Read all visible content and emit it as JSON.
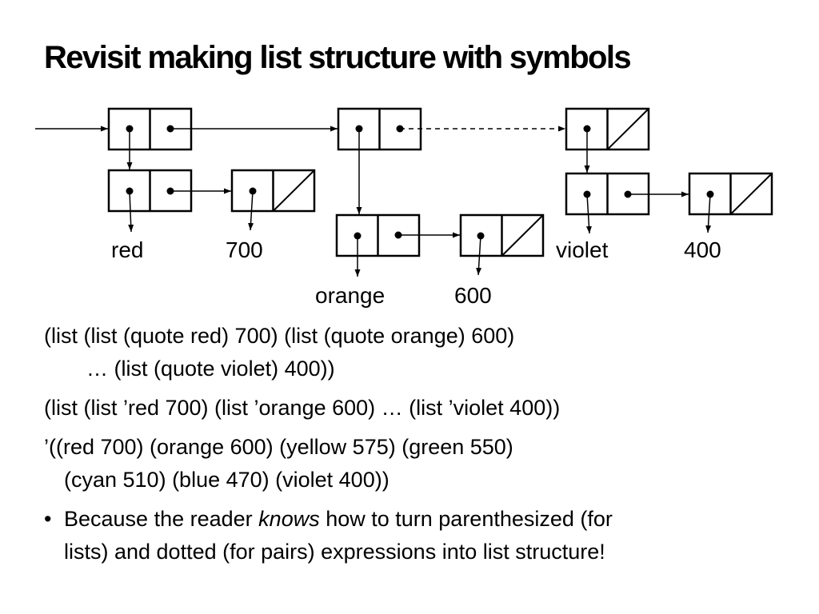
{
  "title": "Revisit making list structure with symbols",
  "diagram": {
    "atoms": {
      "red": "red",
      "n700": "700",
      "orange": "orange",
      "n600": "600",
      "violet": "violet",
      "n400": "400"
    }
  },
  "code": {
    "line1a": "(list (list (quote red) 700) (list (quote orange) 600)",
    "line1b": "… (list (quote violet) 400))",
    "line2": "(list (list ’red 700) (list ’orange 600) … (list ’violet 400))",
    "line3a": "’((red 700) (orange 600) (yellow 575) (green 550)",
    "line3b": "(cyan 510) (blue 470) (violet 400))"
  },
  "bullet": {
    "marker": "•",
    "text_before": "Because the reader ",
    "emphasis": "knows",
    "text_after_line1": " how to turn parenthesized (for",
    "text_line2": "lists) and dotted (for pairs) expressions into list structure!"
  }
}
